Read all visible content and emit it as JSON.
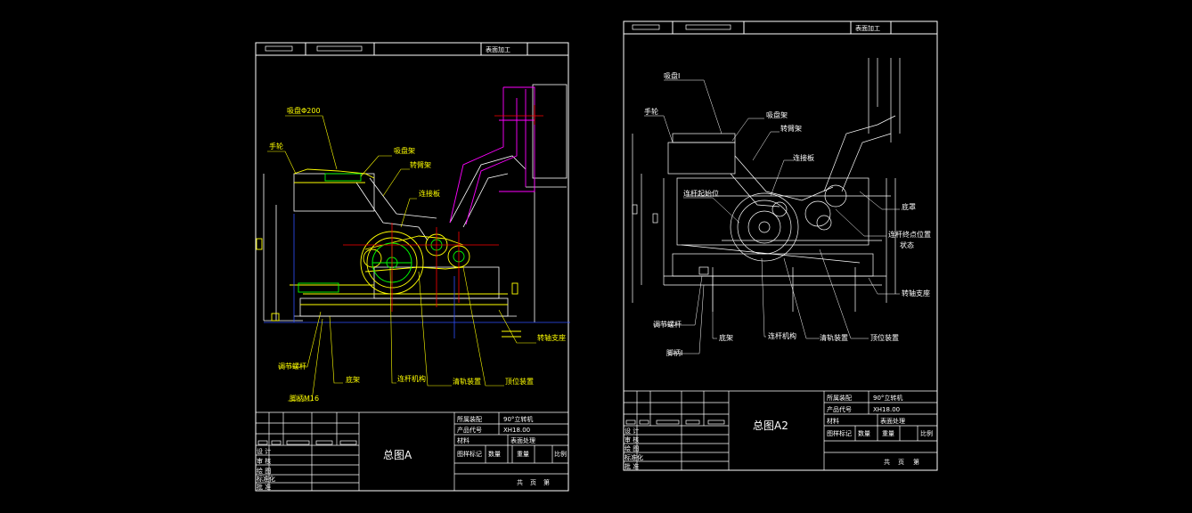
{
  "colors": {
    "background": "#000000",
    "line": "#ffffff",
    "yellow": "#ffff00",
    "green": "#00ff00",
    "magenta": "#ff00ff",
    "red": "#ff0000",
    "blue": "#3050ff"
  },
  "sheet_a": {
    "header": "表面加工",
    "labels": {
      "suction_cup": "吸盘Φ200",
      "handwheel": "手轮",
      "cup_holder": "吸盘架",
      "rotary_arm": "转臂架",
      "link_plate": "连接板",
      "rotary_support": "转轴支座",
      "adjust_screw": "调节螺杆",
      "base_frame": "底架",
      "foot_bolt": "脚柄M16",
      "link_mechanism": "连杆机构",
      "bearing_device": "清轨装置",
      "top_device": "顶位装置"
    },
    "title_block": {
      "drawing_title": "总图A",
      "assembly_label": "所属装配",
      "assembly_value": "90°立转机",
      "product_code_label": "产品代号",
      "product_code_value": "XH18.00",
      "material_label": "材料",
      "surface_label": "表面处理",
      "mark_label": "图样标记",
      "qty_label": "数量",
      "weight_label": "重量",
      "ratio_label": "比例",
      "total_label": "共",
      "page_label": "页",
      "sheet_label": "第",
      "rows": [
        "设 计",
        "审 核",
        "绘 图",
        "标准化",
        "批 准"
      ]
    }
  },
  "sheet_b": {
    "header": "表面加工",
    "labels": {
      "suction": "吸盘Ⅰ",
      "handwheel": "手轮",
      "cup_holder": "吸盘架",
      "rotary_arm": "转臂架",
      "link_plate": "连接板",
      "link_start": "连杆起始位",
      "cover": "底罩",
      "link_end": "连杆终点位置",
      "state": "状态",
      "rotary_support": "转轴支座",
      "adjust_screw": "调节螺杆",
      "base_frame": "底架",
      "foot": "脚柄Ⅰ",
      "link_mechanism": "连杆机构",
      "bearing_device": "清轨装置",
      "top_device": "顶位装置"
    },
    "title_block": {
      "drawing_title": "总图A2",
      "assembly_label": "所属装配",
      "assembly_value": "90°立转机",
      "product_code_label": "产品代号",
      "product_code_value": "XH18.00",
      "material_label": "材料",
      "surface_label": "表面处理",
      "mark_label": "图样标记",
      "qty_label": "数量",
      "weight_label": "重量",
      "ratio_label": "比例",
      "total_label": "共",
      "page_label": "页",
      "sheet_label": "第",
      "rows": [
        "设 计",
        "审 核",
        "绘 图",
        "标准化",
        "批 准"
      ]
    }
  }
}
